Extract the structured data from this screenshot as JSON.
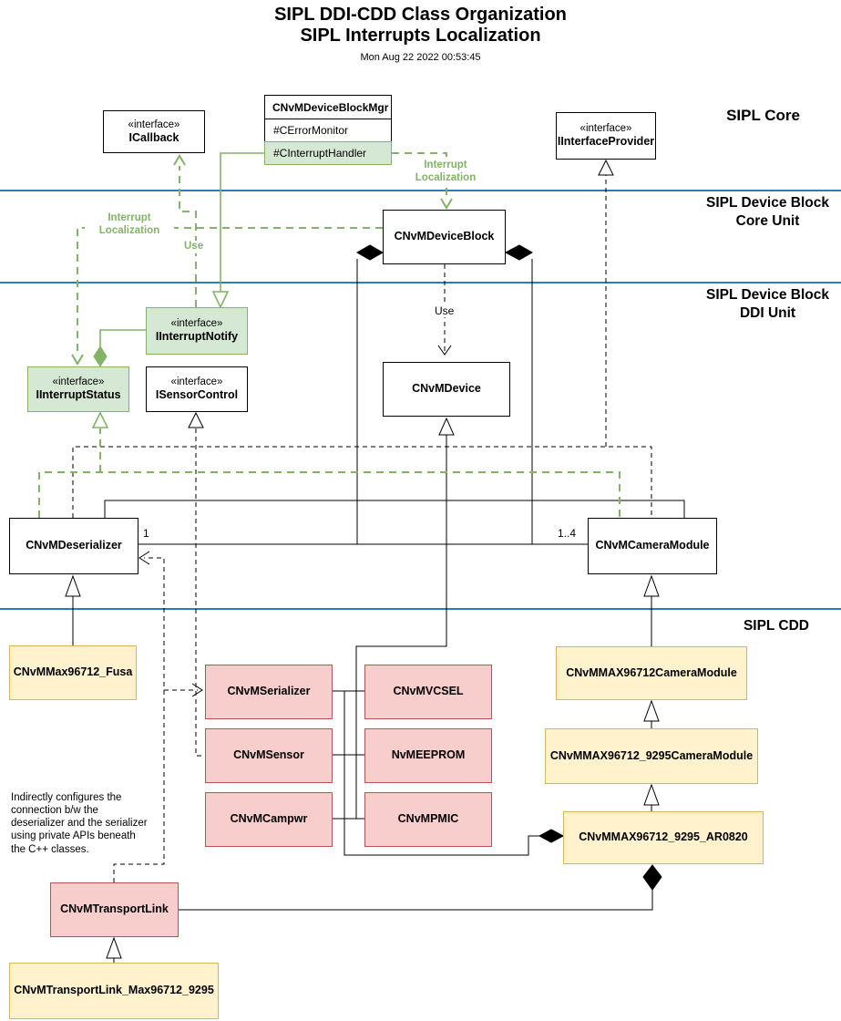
{
  "title": {
    "line1": "SIPL DDI-CDD Class Organization",
    "line2": "SIPL Interrupts Localization",
    "date": "Mon Aug 22 2022 00:53:45"
  },
  "layer_labels": {
    "core": "SIPL Core",
    "block_core": "SIPL Device Block\nCore Unit",
    "block_ddi": "SIPL Device Block\nDDI Unit",
    "cdd": "SIPL CDD"
  },
  "classes": {
    "icallback": {
      "stereotype": "«interface»",
      "name": "ICallback"
    },
    "device_block_mgr": {
      "name": "CNvMDeviceBlockMgr",
      "members": [
        "#CErrorMonitor",
        "#CInterruptHandler"
      ]
    },
    "iinterface_provider": {
      "stereotype": "«interface»",
      "name": "IInterfaceProvider"
    },
    "device_block": {
      "name": "CNvMDeviceBlock"
    },
    "iinterrupt_notify": {
      "stereotype": "«interface»",
      "name": "IInterruptNotify"
    },
    "iinterrupt_status": {
      "stereotype": "«interface»",
      "name": "IInterruptStatus"
    },
    "isensor_control": {
      "stereotype": "«interface»",
      "name": "ISensorControl"
    },
    "device": {
      "name": "CNvMDevice"
    },
    "deserializer": {
      "name": "CNvMDeserializer"
    },
    "camera_module": {
      "name": "CNvMCameraModule"
    },
    "max96712_fusa": {
      "name": "CNvMMax96712_Fusa"
    },
    "serializer": {
      "name": "CNvMSerializer"
    },
    "sensor": {
      "name": "CNvMSensor"
    },
    "campwr": {
      "name": "CNvMCampwr"
    },
    "vcsel": {
      "name": "CNvMVCSEL"
    },
    "eeprom": {
      "name": "NvMEEPROM"
    },
    "pmic": {
      "name": "CNvMPMIC"
    },
    "max96712_camera_module": {
      "name": "CNvMMAX96712CameraModule"
    },
    "max96712_9295_camera_module": {
      "name": "CNvMMAX96712_9295CameraModule"
    },
    "max96712_9295_ar0820": {
      "name": "CNvMMAX96712_9295_AR0820"
    },
    "transport_link": {
      "name": "CNvMTransportLink"
    },
    "transport_link_max96712_9295": {
      "name": "CNvMTransportLink_Max96712_9295"
    }
  },
  "edge_labels": {
    "interrupt_localization_right": "Interrupt\nLocalization",
    "interrupt_localization_left": "Interrupt\nLocalization",
    "use_interface": "Use",
    "use_device": "Use",
    "deserializer_multiplicity": "1",
    "camera_module_multiplicity": "1..4"
  },
  "note": "Indirectly configures the\nconnection b/w the\ndeserializer and the serializer\nusing private APIs beneath\nthe C++ classes.",
  "colors": {
    "green_fill": "#d5e8d4",
    "green_stroke": "#82b366",
    "pink_fill": "#f8cecc",
    "pink_stroke": "#b85450",
    "yellow_fill": "#fff2cc",
    "yellow_stroke": "#d6b656",
    "divider_blue": "#2d7bb7"
  }
}
